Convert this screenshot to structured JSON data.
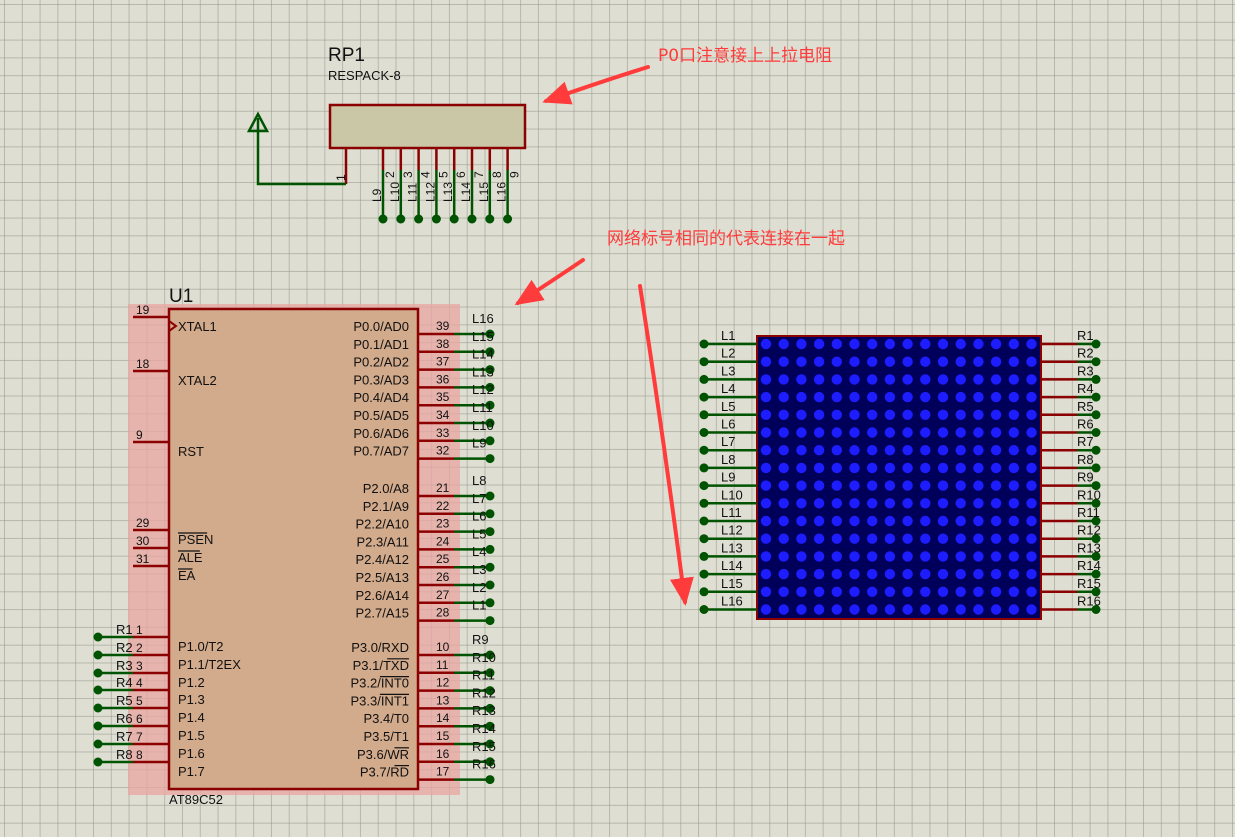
{
  "colors": {
    "background": "#dedfd2",
    "wire": "#005300",
    "pin": "#8b0000",
    "chip_body": "#d2aa8c",
    "chip_shade": "#e8a6a0",
    "matrix_body": "#00005a",
    "led_dot": "#1d1dff",
    "annotation": "#ff3b3b"
  },
  "annotations": {
    "pullup_note": "P0口注意接上上拉电阻",
    "netlabel_note": "网络标号相同的代表连接在一起"
  },
  "rp1": {
    "ref": "RP1",
    "value": "RESPACK-8",
    "common_pin": "1",
    "pins": [
      {
        "num": "2",
        "net": "L9"
      },
      {
        "num": "3",
        "net": "L10"
      },
      {
        "num": "4",
        "net": "L11"
      },
      {
        "num": "5",
        "net": "L12"
      },
      {
        "num": "6",
        "net": "L13"
      },
      {
        "num": "7",
        "net": "L14"
      },
      {
        "num": "8",
        "net": "L15"
      },
      {
        "num": "9",
        "net": "L16"
      }
    ]
  },
  "u1": {
    "ref": "U1",
    "part": "AT89C52",
    "left_pins": [
      {
        "num": "19",
        "name": "XTAL1",
        "net": "",
        "clock": true
      },
      {
        "num": "18",
        "name": "XTAL2",
        "net": ""
      },
      {
        "num": "9",
        "name": "RST",
        "net": ""
      },
      {
        "num": "29",
        "name": "PSEN",
        "net": "",
        "overbar": true
      },
      {
        "num": "30",
        "name": "ALE",
        "net": "",
        "overbar": true
      },
      {
        "num": "31",
        "name": "EA",
        "net": "",
        "overbar": true
      },
      {
        "num": "1",
        "name": "P1.0/T2",
        "net": "R1"
      },
      {
        "num": "2",
        "name": "P1.1/T2EX",
        "net": "R2"
      },
      {
        "num": "3",
        "name": "P1.2",
        "net": "R3"
      },
      {
        "num": "4",
        "name": "P1.3",
        "net": "R4"
      },
      {
        "num": "5",
        "name": "P1.4",
        "net": "R5"
      },
      {
        "num": "6",
        "name": "P1.5",
        "net": "R6"
      },
      {
        "num": "7",
        "name": "P1.6",
        "net": "R7"
      },
      {
        "num": "8",
        "name": "P1.7",
        "net": "R8"
      }
    ],
    "right_pins": [
      {
        "num": "39",
        "name": "P0.0/AD0",
        "net": "L16"
      },
      {
        "num": "38",
        "name": "P0.1/AD1",
        "net": "L15"
      },
      {
        "num": "37",
        "name": "P0.2/AD2",
        "net": "L14"
      },
      {
        "num": "36",
        "name": "P0.3/AD3",
        "net": "L13"
      },
      {
        "num": "35",
        "name": "P0.4/AD4",
        "net": "L12"
      },
      {
        "num": "34",
        "name": "P0.5/AD5",
        "net": "L11"
      },
      {
        "num": "33",
        "name": "P0.6/AD6",
        "net": "L10"
      },
      {
        "num": "32",
        "name": "P0.7/AD7",
        "net": "L9"
      },
      {
        "num": "21",
        "name": "P2.0/A8",
        "net": "L8"
      },
      {
        "num": "22",
        "name": "P2.1/A9",
        "net": "L7"
      },
      {
        "num": "23",
        "name": "P2.2/A10",
        "net": "L6"
      },
      {
        "num": "24",
        "name": "P2.3/A11",
        "net": "L5"
      },
      {
        "num": "25",
        "name": "P2.4/A12",
        "net": "L4"
      },
      {
        "num": "26",
        "name": "P2.5/A13",
        "net": "L3"
      },
      {
        "num": "27",
        "name": "P2.6/A14",
        "net": "L2"
      },
      {
        "num": "28",
        "name": "P2.7/A15",
        "net": "L1"
      },
      {
        "num": "10",
        "name": "P3.0/RXD",
        "net": "R9"
      },
      {
        "num": "11",
        "name": "P3.1/TXD",
        "net": "R10",
        "overbar_part": "TXD"
      },
      {
        "num": "12",
        "name": "P3.2/INT0",
        "net": "R11",
        "overbar_part": "INT0"
      },
      {
        "num": "13",
        "name": "P3.3/INT1",
        "net": "R12",
        "overbar_part": "INT1"
      },
      {
        "num": "14",
        "name": "P3.4/T0",
        "net": "R13"
      },
      {
        "num": "15",
        "name": "P3.5/T1",
        "net": "R14"
      },
      {
        "num": "16",
        "name": "P3.6/WR",
        "net": "R15",
        "overbar_part": "WR"
      },
      {
        "num": "17",
        "name": "P3.7/RD",
        "net": "R16",
        "overbar_part": "RD"
      }
    ]
  },
  "matrix": {
    "rows": 16,
    "cols": 16,
    "left_labels": [
      "L1",
      "L2",
      "L3",
      "L4",
      "L5",
      "L6",
      "L7",
      "L8",
      "L9",
      "L10",
      "L11",
      "L12",
      "L13",
      "L14",
      "L15",
      "L16"
    ],
    "right_labels": [
      "R1",
      "R2",
      "R3",
      "R4",
      "R5",
      "R6",
      "R7",
      "R8",
      "R9",
      "R10",
      "R11",
      "R12",
      "R13",
      "R14",
      "R15",
      "R16"
    ]
  }
}
